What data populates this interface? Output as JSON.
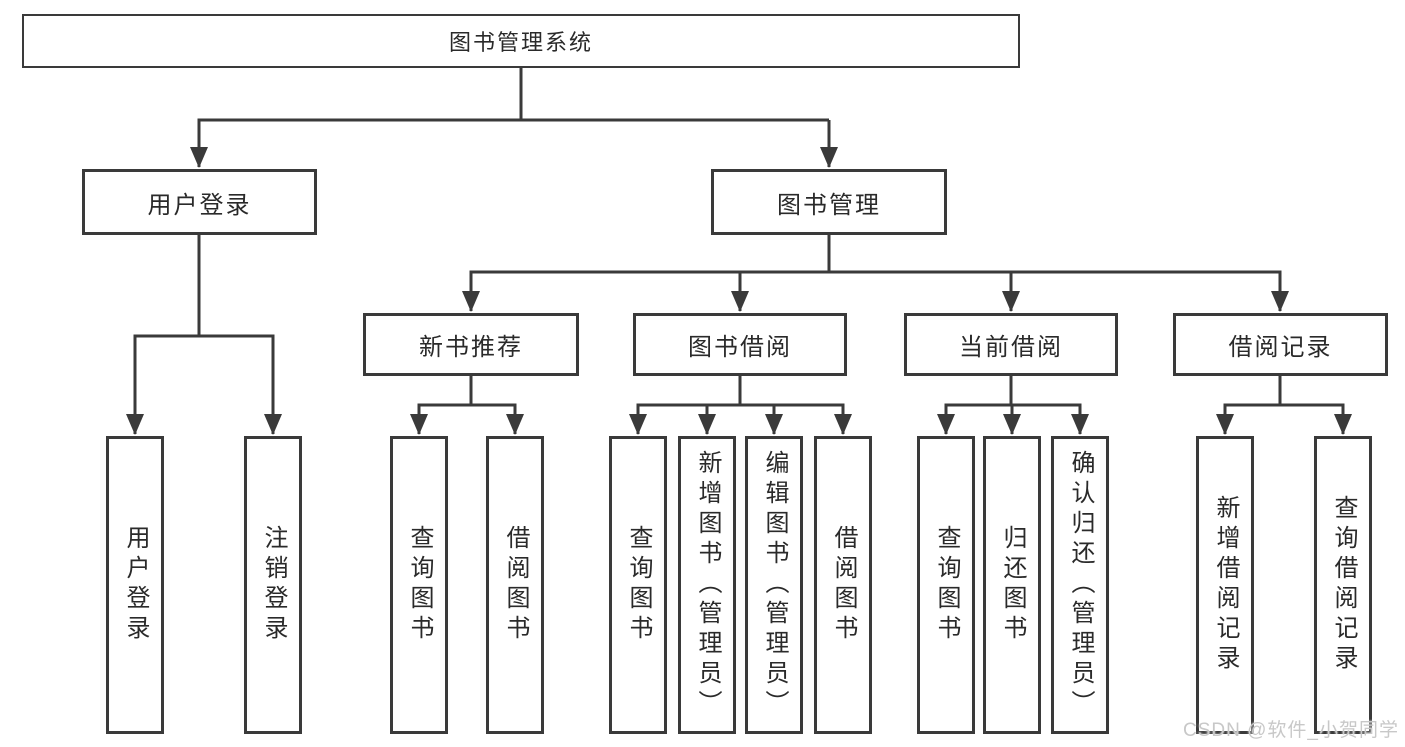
{
  "colors": {
    "line": "#3a3a3a",
    "node_border": "#3a3a3a",
    "text": "#2a2a2a",
    "background": "#ffffff",
    "watermark": "#c8c8c8"
  },
  "tree": {
    "root": "图书管理系统",
    "branches": [
      {
        "label": "用户登录",
        "children": [
          "用户登录",
          "注销登录"
        ]
      },
      {
        "label": "图书管理",
        "sections": [
          {
            "label": "新书推荐",
            "children": [
              "查询图书",
              "借阅图书"
            ]
          },
          {
            "label": "图书借阅",
            "children": [
              "查询图书",
              "新增图书（管理员）",
              "编辑图书（管理员）",
              "借阅图书"
            ]
          },
          {
            "label": "当前借阅",
            "children": [
              "查询图书",
              "归还图书",
              "确认归还（管理员）"
            ]
          },
          {
            "label": "借阅记录",
            "children": [
              "新增借阅记录",
              "查询借阅记录"
            ]
          }
        ]
      }
    ]
  },
  "watermark": "CSDN @软件_小贺同学"
}
